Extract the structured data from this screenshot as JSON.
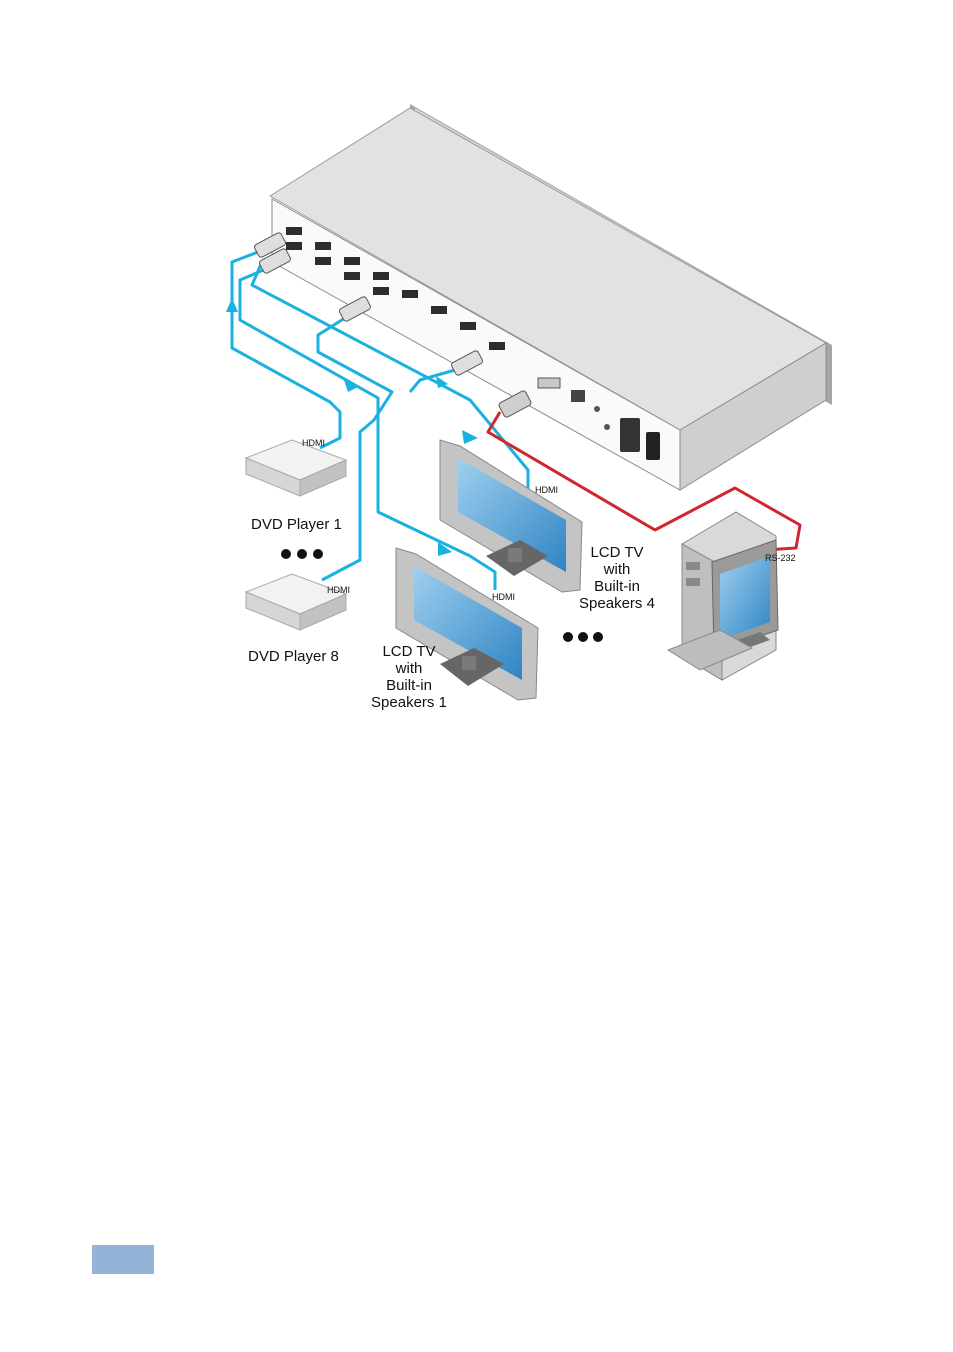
{
  "labels": {
    "dvd1": "DVD Player 1",
    "dvd8": "DVD Player 8",
    "tv4": [
      "LCD TV",
      "with",
      "Built-in",
      "Speakers 4"
    ],
    "tv1": [
      "LCD TV",
      "with",
      "Built-in",
      "Speakers 1"
    ],
    "hdmi": "HDMI",
    "rs232": "RS-232"
  },
  "colors": {
    "hdmi_cable": "#1ab0e0",
    "rs232_cable": "#d0262f",
    "page_tab": "#95b3d7"
  }
}
